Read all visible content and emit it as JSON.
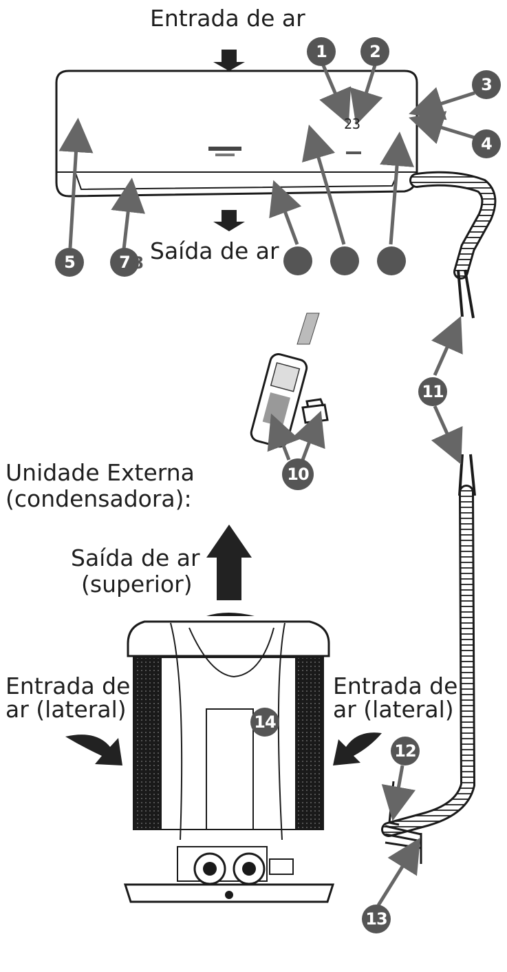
{
  "labels": {
    "indoor_air_in": "Entrada de ar",
    "indoor_air_out": "Saída de ar",
    "outdoor_title_1": "Unidade Externa",
    "outdoor_title_2": "(condensadora):",
    "outdoor_air_out_1": "Saída de ar",
    "outdoor_air_out_2": "(superior)",
    "left_air_in_1": "Entrada de",
    "left_air_in_2": "ar (lateral)",
    "right_air_in_1": "Entrada de",
    "right_air_in_2": "ar (lateral)",
    "display_value": "23"
  },
  "callouts": [
    "1",
    "2",
    "3",
    "4",
    "5",
    "7",
    "8",
    "10",
    "11",
    "12",
    "13",
    "14"
  ],
  "colors": {
    "badge": "#555555",
    "arrow": "#222222",
    "line": "#1a1a1a",
    "pointer": "#666666"
  }
}
